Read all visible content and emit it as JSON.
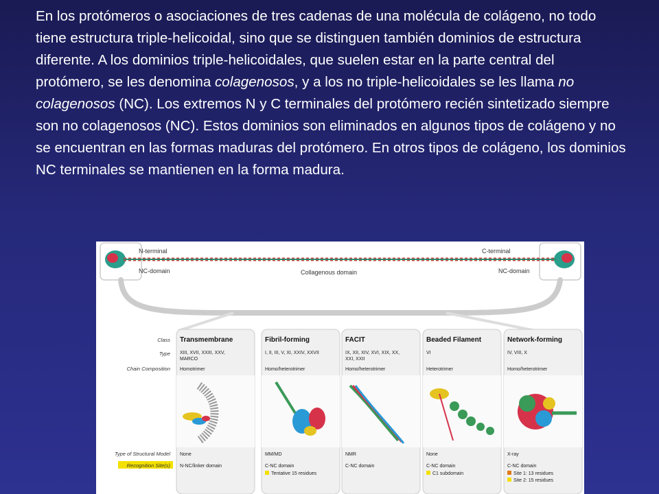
{
  "paragraph": {
    "p1": "En los protómeros o asociaciones de tres cadenas de una molécula de colágeno, no todo tiene estructura triple-helicoidal, sino que se distinguen también dominios de estructura diferente. A los dominios triple-helicoidales, que suelen estar en la parte central del protómero, se les denomina ",
    "em1": "colagenosos",
    "p2": ", y a los no triple-helicoidales se les llama ",
    "em2": "no colagenosos",
    "p3": " (NC). Los extremos N y C terminales del protómero recién sintetizado siempre son no colagenosos (NC). Estos dominios son eliminados en algunos tipos de colágeno y no se encuentran en las formas maduras del protómero. En otros tipos de colágeno, los dominios NC terminales se mantienen en la forma madura."
  },
  "figure": {
    "n_terminal": "N-terminal",
    "c_terminal": "C-terminal",
    "nc_domain_left": "NC-domain",
    "nc_domain_right": "NC-domain",
    "collagenous_domain": "Collagenous domain",
    "row_labels": {
      "class": "Class",
      "type": "Type",
      "chain": "Chain Composition",
      "model": "Type of Structural Model",
      "recognition": "Recognition Site(s)"
    },
    "columns": [
      {
        "title": "Transmembrane",
        "type1": "XIII, XVII, XXIII, XXV,",
        "type2": "MARCO",
        "chain": "Homotrimer",
        "model": "None",
        "site1": "N-NC/linker domain",
        "site2": ""
      },
      {
        "title": "Fibril-forming",
        "type1": "I, II, III, V, XI, XXIV, XXVII",
        "type2": "",
        "chain": "Homo/heterotrimer",
        "model": "MM/MD",
        "site1": "C-NC domain",
        "site2": "Tentative 15 residues"
      },
      {
        "title": "FACIT",
        "type1": "IX, XII, XIV, XVI, XIX, XX,",
        "type2": "XXI, XXII",
        "chain": "Homo/heterotrimer",
        "model": "NMR",
        "site1": "C-NC domain",
        "site2": ""
      },
      {
        "title": "Beaded Filament",
        "type1": "VI",
        "type2": "",
        "chain": "Heterotrimer",
        "model": "None",
        "site1": "C-NC domain",
        "site2": "C1 subdomain"
      },
      {
        "title": "Network-forming",
        "type1": "IV, VIII, X",
        "type2": "",
        "chain": "Homo/heterotrimer",
        "model": "X-ray",
        "site1": "C-NC domain",
        "site2": "Site 1: 13 residues",
        "site3": "Site 2: 15 residues"
      }
    ]
  }
}
